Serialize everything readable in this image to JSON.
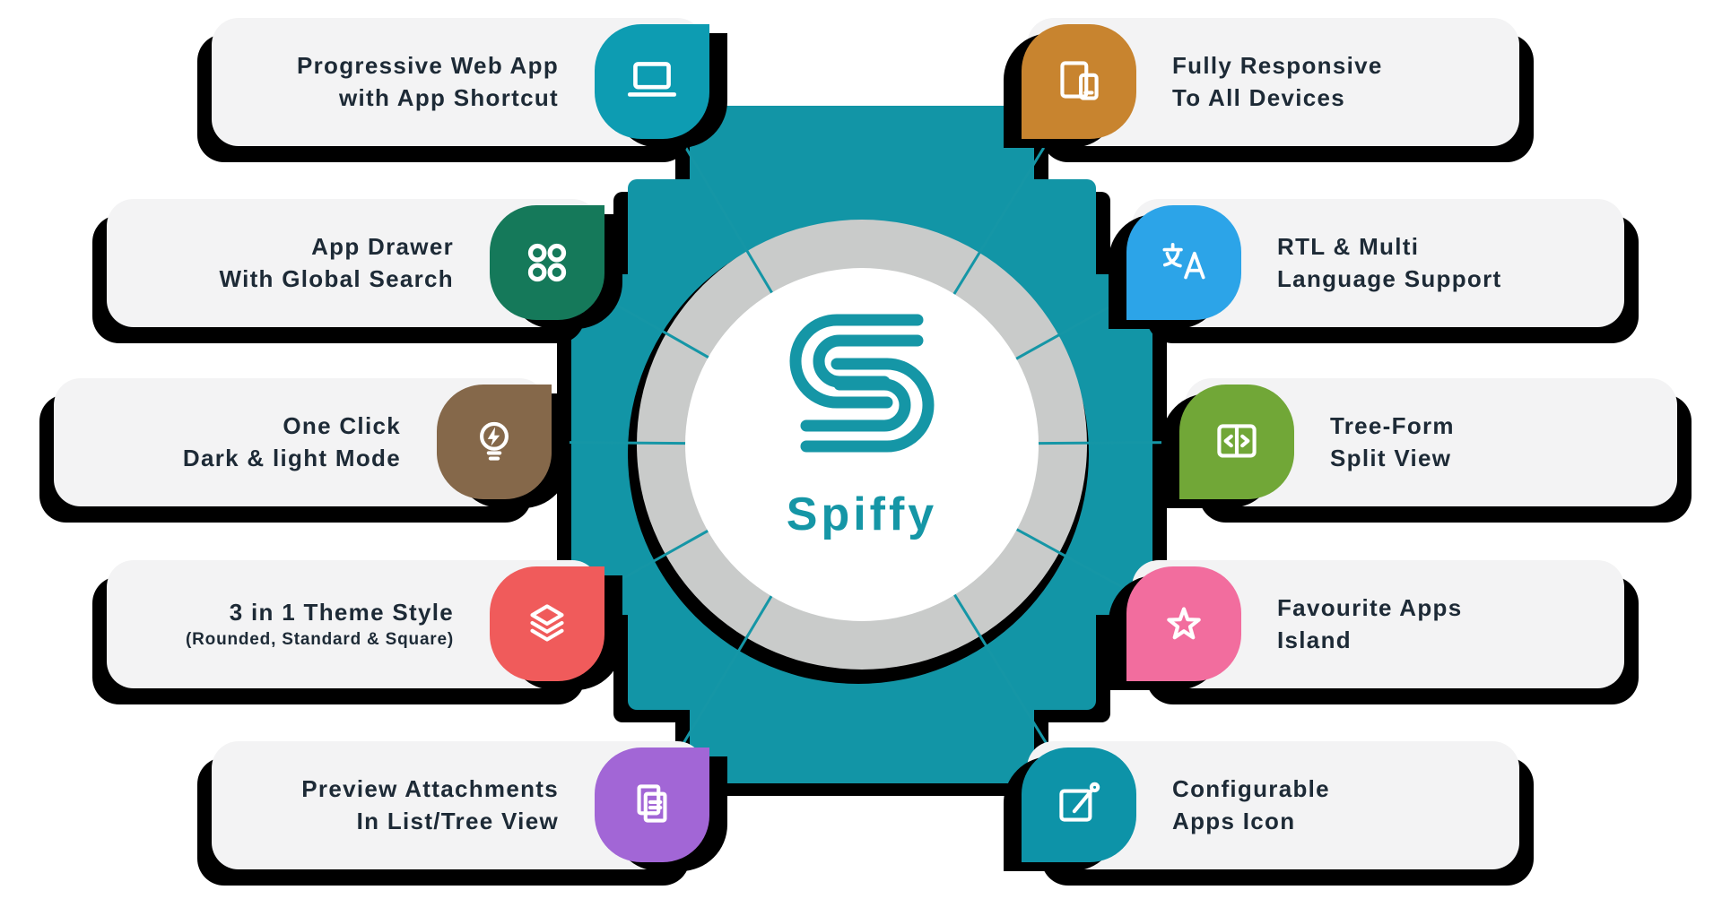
{
  "brand": {
    "name": "Spiffy"
  },
  "colors": {
    "accent": "#1596a6",
    "teal_shape": "#1295a6",
    "ring_gray": "#c9cbca",
    "card_bg": "#f3f3f4",
    "shadow": "#000000",
    "text": "#1d2a36"
  },
  "features": {
    "left": [
      {
        "line1": "Progressive Web App",
        "line2": "with App Shortcut",
        "icon": "laptop-icon",
        "color": "#0d9cb2"
      },
      {
        "line1": "App Drawer",
        "line2": "With Global Search",
        "icon": "app-grid-icon",
        "color": "#15795a"
      },
      {
        "line1": "One Click",
        "line2": "Dark & light Mode",
        "icon": "bulb-flash-icon",
        "color": "#85684a"
      },
      {
        "line1": "3 in 1 Theme Style",
        "line2": "(Rounded, Standard & Square)",
        "icon": "layers-icon",
        "color": "#f05b5b"
      },
      {
        "line1": "Preview Attachments",
        "line2": "In List/Tree View",
        "icon": "documents-icon",
        "color": "#a266d6"
      }
    ],
    "right": [
      {
        "line1": "Fully Responsive",
        "line2": "To All Devices",
        "icon": "devices-icon",
        "color": "#c8842f"
      },
      {
        "line1": "RTL & Multi",
        "line2": "Language Support",
        "icon": "translate-icon",
        "color": "#2ca4e8"
      },
      {
        "line1": "Tree-Form",
        "line2": "Split View",
        "icon": "split-view-icon",
        "color": "#71a737"
      },
      {
        "line1": "Favourite Apps",
        "line2": "Island",
        "icon": "star-icon",
        "color": "#f26d9e"
      },
      {
        "line1": "Configurable",
        "line2": "Apps Icon",
        "icon": "edit-app-icon",
        "color": "#0d93a8"
      }
    ]
  }
}
